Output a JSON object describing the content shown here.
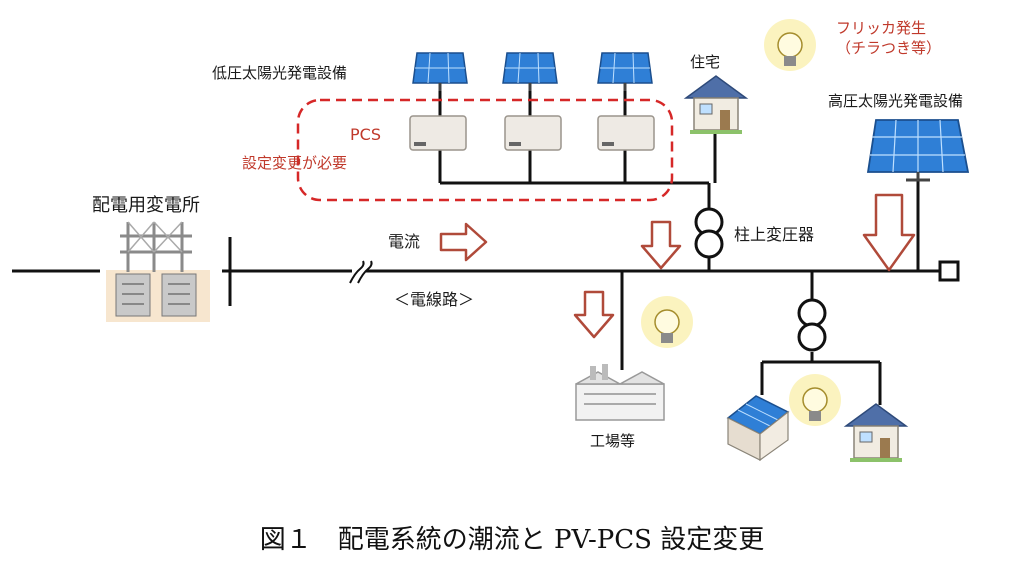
{
  "labels": {
    "lv_pv": "低圧太陽光発電設備",
    "residence": "住宅",
    "flicker_1": "フリッカ発生",
    "flicker_2": "（チラつき等）",
    "hv_pv": "高圧太陽光発電設備",
    "pcs": "PCS",
    "pcs_note": "設定変更が必要",
    "substation": "配電用変電所",
    "current": "電流",
    "pole_transformer": "柱上変圧器",
    "line": "＜電線路＞",
    "factory": "工場等"
  },
  "caption": "図１　配電系統の潮流と PV-PCS 設定変更",
  "colors": {
    "line": "#111111",
    "red": "#c0392b",
    "arrow_outline": "#b04a3a",
    "arrow_fill": "#ffffff",
    "panel": "#2f7fd6",
    "bulb_glow": "#f7e98a"
  }
}
